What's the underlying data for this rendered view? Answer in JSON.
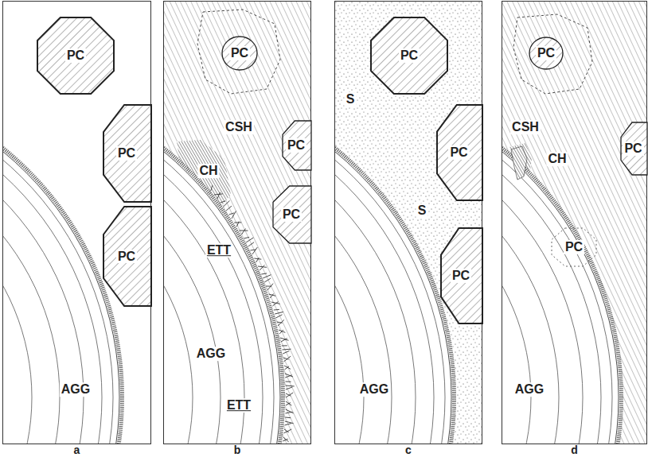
{
  "diagram": {
    "nodes": [
      {
        "text": [
          "a"
        ]
      },
      {
        "text": [
          "PC"
        ],
        "in": 0
      },
      {
        "text": [
          "PC"
        ],
        "in": 0
      },
      {
        "text": [
          "PC"
        ],
        "in": 0
      },
      {
        "text": [
          "b"
        ]
      },
      {
        "text": [
          "PC"
        ],
        "in": 4
      },
      {
        "text": [
          "PC"
        ],
        "in": 4
      },
      {
        "text": [
          "PC"
        ],
        "in": 4
      },
      {
        "text": [
          "c"
        ]
      },
      {
        "text": [
          "PC"
        ],
        "in": 8
      },
      {
        "text": [
          "PC"
        ],
        "in": 8
      },
      {
        "text": [
          "PC"
        ],
        "in": 8
      },
      {
        "text": [
          "d"
        ]
      },
      {
        "text": [
          "PC"
        ],
        "in": 12
      },
      {
        "text": [
          "PC"
        ],
        "in": 12
      },
      {
        "text": [
          "PC"
        ],
        "in": 12
      }
    ],
    "labels": [
      "AGG",
      "CSH",
      "CH",
      "ETT",
      "AGG",
      "ETT",
      "S",
      "S",
      "AGG",
      "CSH",
      "CH",
      "AGG"
    ]
  }
}
